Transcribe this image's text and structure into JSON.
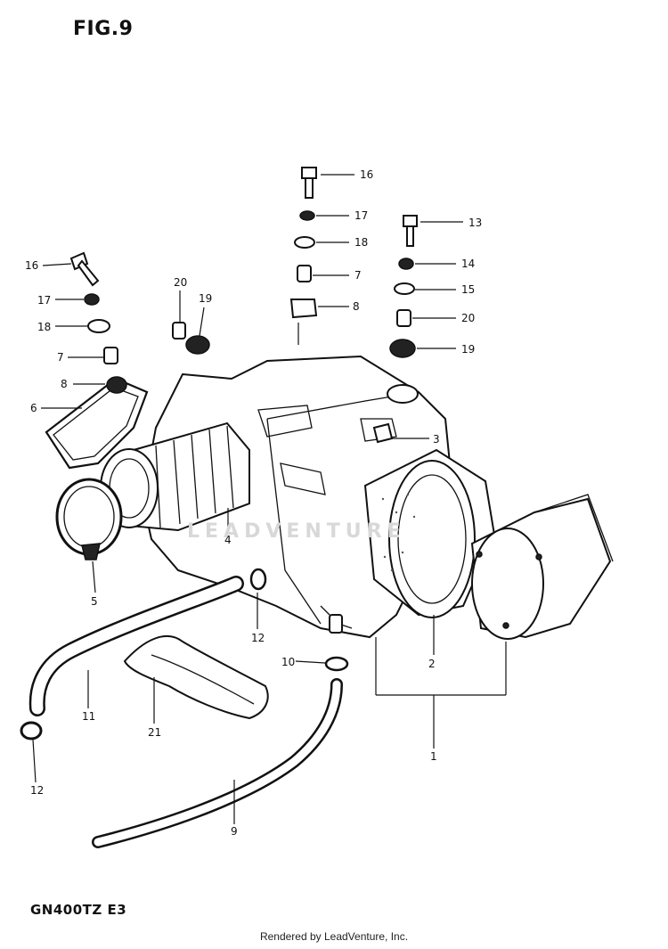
{
  "figure": {
    "title": "FIG.9",
    "model": "GN400TZ  E3",
    "credit": "Rendered by LeadVenture, Inc.",
    "watermark": "LEADVENTURE"
  },
  "callouts": {
    "c16a": "16",
    "c17a": "17",
    "c18a": "18",
    "c7a": "7",
    "c8a": "8",
    "c13": "13",
    "c14": "14",
    "c15": "15",
    "c20a": "20",
    "c19a": "19",
    "c16b": "16",
    "c17b": "17",
    "c18b": "18",
    "c7b": "7",
    "c8b": "8",
    "c6": "6",
    "c20b": "20",
    "c19b": "19",
    "c3": "3",
    "c4": "4",
    "c5": "5",
    "c12a": "12",
    "c10": "10",
    "c2": "2",
    "c11": "11",
    "c21": "21",
    "c1": "1",
    "c12b": "12",
    "c9": "9"
  }
}
